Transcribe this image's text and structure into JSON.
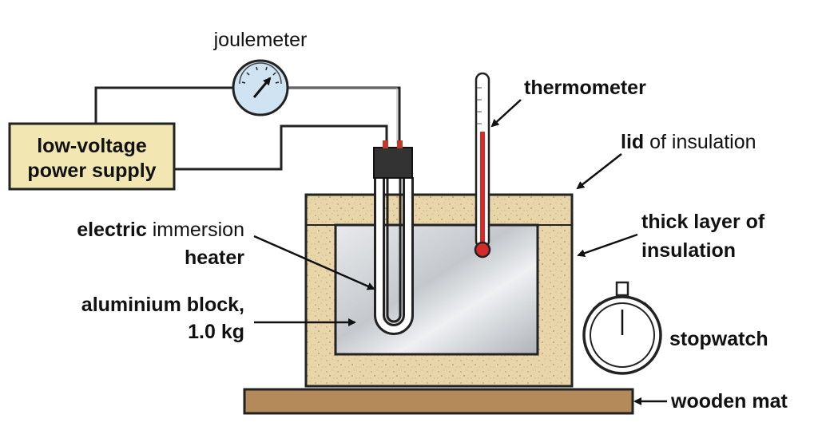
{
  "labels": {
    "joulemeter": "joulemeter",
    "power_supply_line1": "low-voltage",
    "power_supply_line2": "power supply",
    "thermometer": "thermometer",
    "lid_bold": "lid",
    "lid_rest": " of insulation",
    "insulation_line1": "thick layer of",
    "insulation_line2": "insulation",
    "heater_bold": "electric",
    "heater_rest": " immersion",
    "heater_line2": "heater",
    "block_line1": "aluminium block,",
    "block_line2": "1.0 kg",
    "stopwatch": "stopwatch",
    "mat": "wooden mat"
  },
  "colors": {
    "insulation": "#e8d6aa",
    "power_supply_fill": "#f2e6b2",
    "aluminium": "#cfd2d6",
    "wooden_mat": "#b58a5a",
    "joulemeter_face": "#cfe3f2",
    "thermometer_liquid": "#d42a2a",
    "heater_head": "#333333",
    "terminal": "#c0392b"
  },
  "icons": {
    "joulemeter": "gauge-dial-icon",
    "stopwatch": "stopwatch-icon"
  }
}
